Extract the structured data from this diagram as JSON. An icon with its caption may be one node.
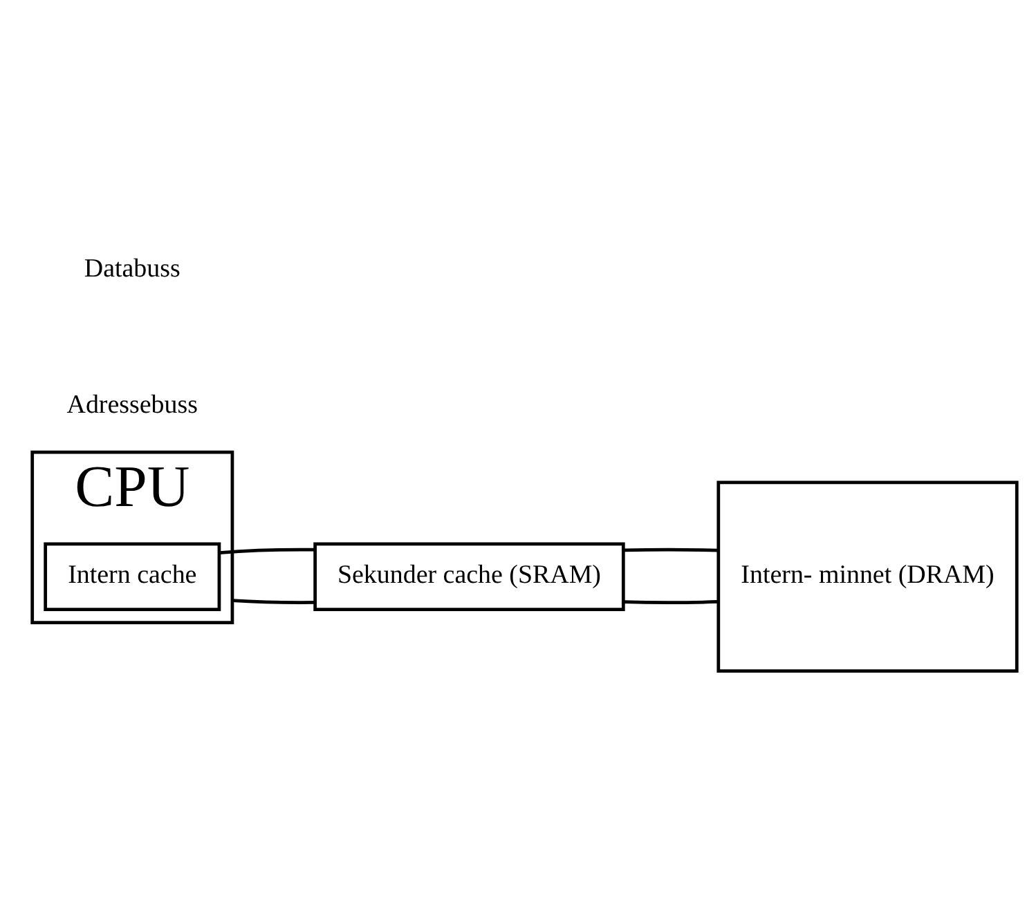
{
  "diagram": {
    "nodes": [
      {
        "text": [
          "CPU"
        ]
      },
      {
        "text": [
          "Intern cache"
        ],
        "in": 0
      },
      {
        "text": [
          "Sekunder cache (SRAM)"
        ]
      },
      {
        "text": [
          "Intern- minnet (DRAM)"
        ]
      }
    ],
    "edges": [
      {
        "from": 0,
        "to": 2,
        "arrow": "none"
      },
      {
        "from": 2,
        "to": 3,
        "arrow": "none"
      },
      {
        "from": 1,
        "to": 2,
        "arrow": "none"
      },
      {
        "from": 2,
        "to": 3,
        "arrow": "none"
      }
    ],
    "labels": [
      "Adressebuss",
      "Databuss"
    ]
  }
}
